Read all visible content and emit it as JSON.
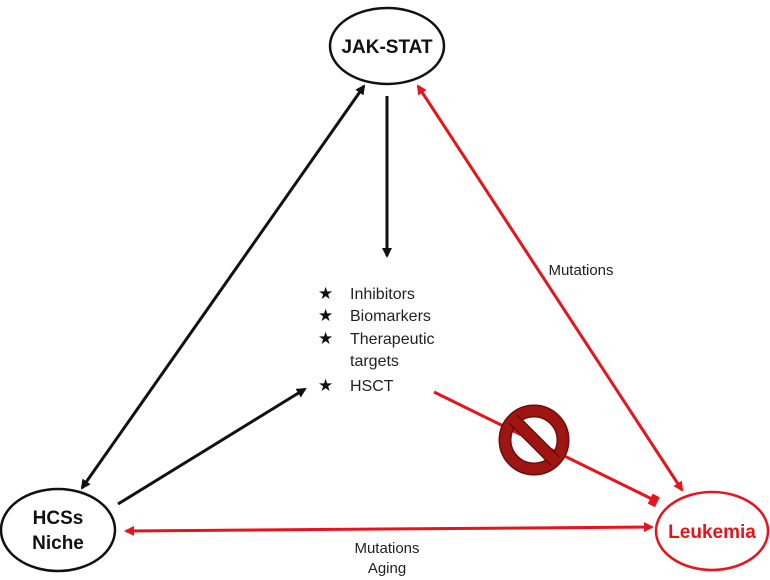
{
  "nodes": {
    "jak_stat": "JAK-STAT",
    "hscs_niche_line1": "HCSs",
    "hscs_niche_line2": "Niche",
    "leukemia": "Leukemia"
  },
  "edge_labels": {
    "right_edge": "Mutations",
    "bottom_line1": "Mutations",
    "bottom_line2": "Aging"
  },
  "list_items": {
    "item1": "Inhibitors",
    "item2": "Biomarkers",
    "item3_line1": "Therapeutic",
    "item3_line2": "targets",
    "item4": "HSCT"
  },
  "list_bullet": "★",
  "icons": {
    "prohibition": "prohibition-icon"
  },
  "colors": {
    "black": "#111111",
    "red": "#e8141b",
    "prohibition_fill": "#9e1512",
    "prohibition_edge": "#6b0d0b"
  }
}
